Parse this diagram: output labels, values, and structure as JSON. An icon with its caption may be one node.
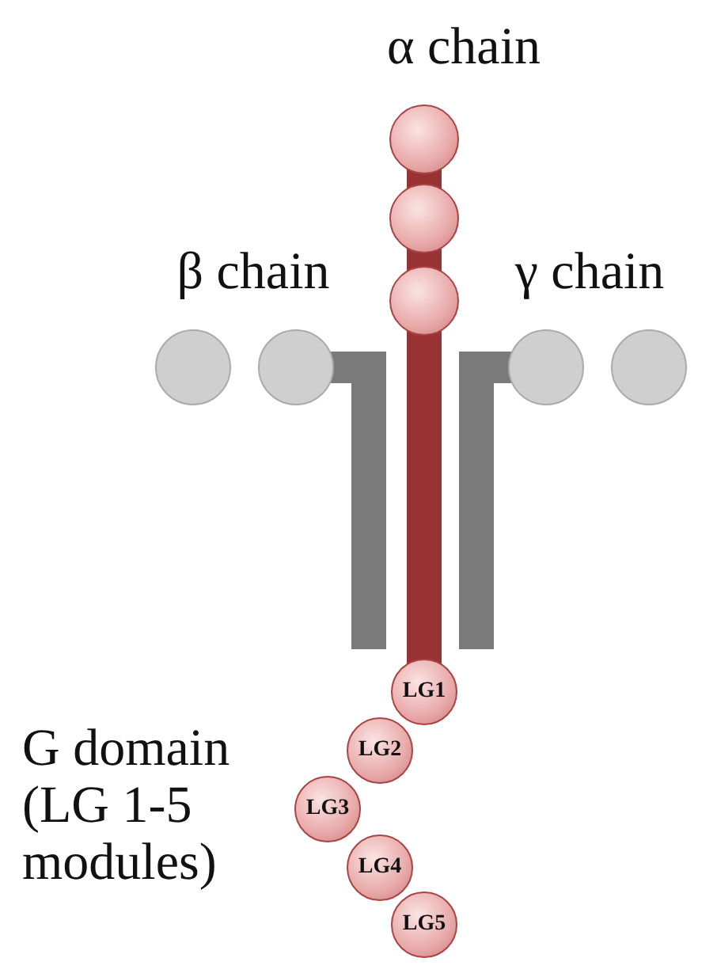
{
  "diagram": {
    "nodes": [
      {
        "text": [],
        "shape": "circle"
      },
      {
        "text": [],
        "shape": "circle"
      },
      {
        "text": [],
        "shape": "circle"
      },
      {
        "text": [],
        "shape": "circle"
      },
      {
        "text": [],
        "shape": "circle"
      },
      {
        "text": [],
        "shape": "circle"
      },
      {
        "text": [],
        "shape": "circle"
      },
      {
        "text": [
          "LG1"
        ]
      },
      {
        "text": [
          "LG2"
        ]
      },
      {
        "text": [
          "LG3"
        ]
      },
      {
        "text": [
          "LG4"
        ]
      },
      {
        "text": [
          "LG5"
        ]
      }
    ],
    "edges": [],
    "labels": [
      "α chain",
      "β chain",
      "γ chain",
      "G domain (LG 1-5 modules)"
    ]
  }
}
